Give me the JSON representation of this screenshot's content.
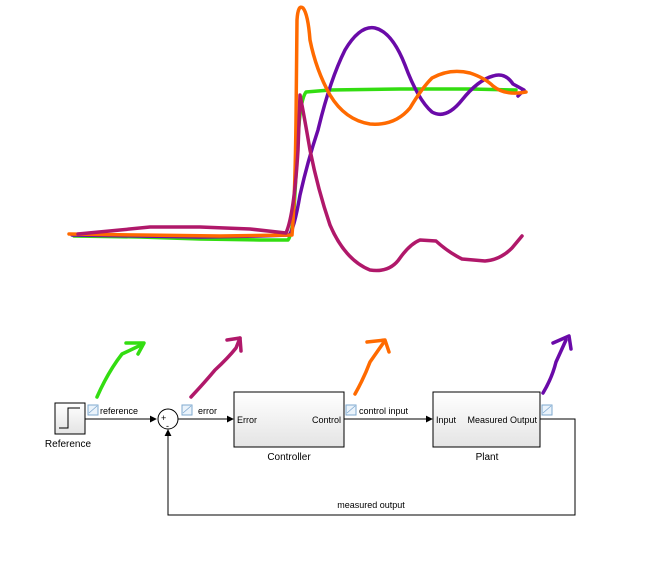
{
  "blocks": {
    "reference": {
      "name": "Reference"
    },
    "controller": {
      "name": "Controller",
      "in_port": "Error",
      "out_port": "Control"
    },
    "plant": {
      "name": "Plant",
      "in_port": "Input",
      "out_port": "Measured Output"
    },
    "sum": {
      "plus_sign": "+",
      "minus_sign": "-"
    }
  },
  "signals": {
    "reference": "reference",
    "error": "error",
    "control_input": "control input",
    "measured_output": "measured output"
  },
  "sketch_colors": {
    "reference": "#33dd11",
    "error": "#b0186a",
    "control_input": "#ff6a00",
    "measured_output": "#6a0aa8"
  }
}
